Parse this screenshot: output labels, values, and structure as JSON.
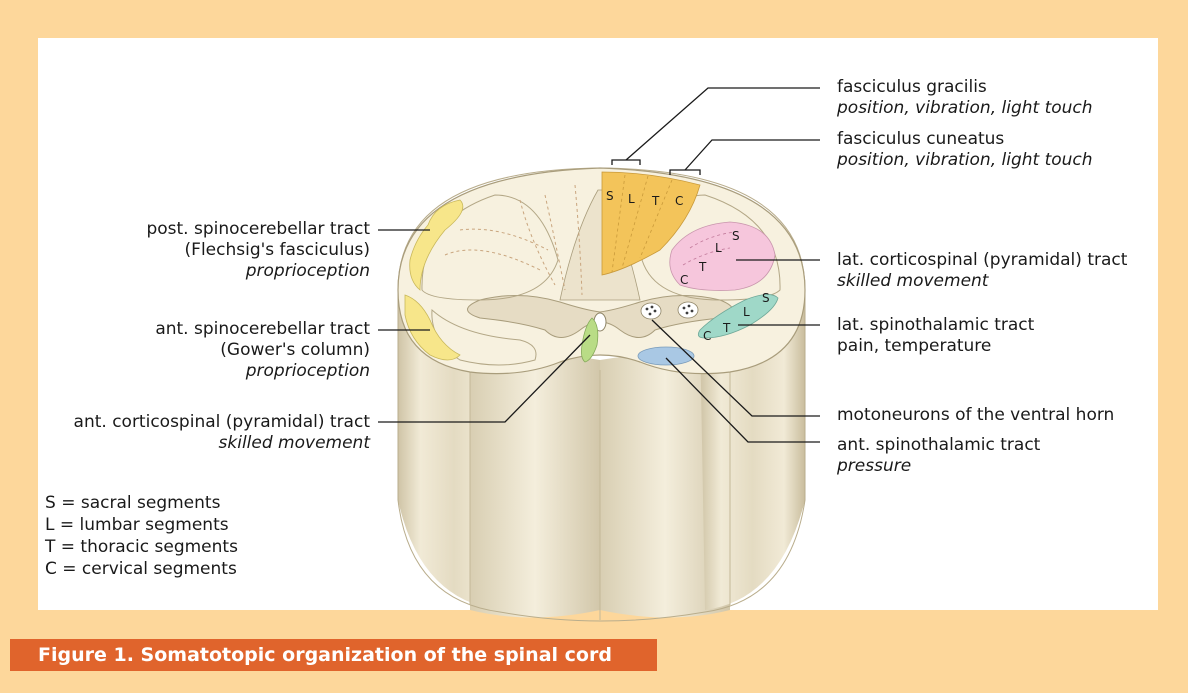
{
  "labels": {
    "post_spinocerebellar": {
      "line1": "post. spinocerebellar tract",
      "line2": "(Flechsig's fasciculus)",
      "function": "proprioception"
    },
    "ant_spinocerebellar": {
      "line1": "ant. spinocerebellar tract",
      "line2": "(Gower's  column)",
      "function": "proprioception"
    },
    "ant_corticospinal": {
      "line1": "ant. corticospinal (pyramidal) tract",
      "function": "skilled movement"
    },
    "fasciculus_gracilis": {
      "line1": "fasciculus gracilis",
      "function": "position, vibration, light touch"
    },
    "fasciculus_cuneatus": {
      "line1": "fasciculus cuneatus",
      "function": "position, vibration, light touch"
    },
    "lat_corticospinal": {
      "line1": "lat. corticospinal (pyramidal) tract",
      "function": "skilled movement"
    },
    "lat_spinothalamic": {
      "line1": "lat. spinothalamic tract",
      "function": "pain, temperature"
    },
    "motoneurons": {
      "line1": "motoneurons of the ventral horn"
    },
    "ant_spinothalamic": {
      "line1": "ant. spinothalamic tract",
      "function": "pressure"
    }
  },
  "segment_letters": {
    "s": "S",
    "l": "L",
    "t": "T",
    "c": "C"
  },
  "legend": [
    "S = sacral segments",
    "L = lumbar segments",
    "T = thoracic segments",
    "C = cervical segments"
  ],
  "caption": "Figure 1. Somatotopic organization of the spinal cord",
  "colors": {
    "background": "#fdd79b",
    "panel": "#ffffff",
    "caption_bg": "#e0642c",
    "cord_tissue": "#f5efdc",
    "cord_shadow": "#d9cfb2",
    "gray_matter": "#e6dcc4",
    "dorsal_column": "#f3c45a",
    "spinocerebellar": "#f7e68a",
    "lat_corticospinal": "#f6c6dc",
    "lat_spinothalamic": "#9fd8c8",
    "ant_corticospinal": "#b9dc86",
    "ant_spinothalamic": "#a9c8e4"
  }
}
